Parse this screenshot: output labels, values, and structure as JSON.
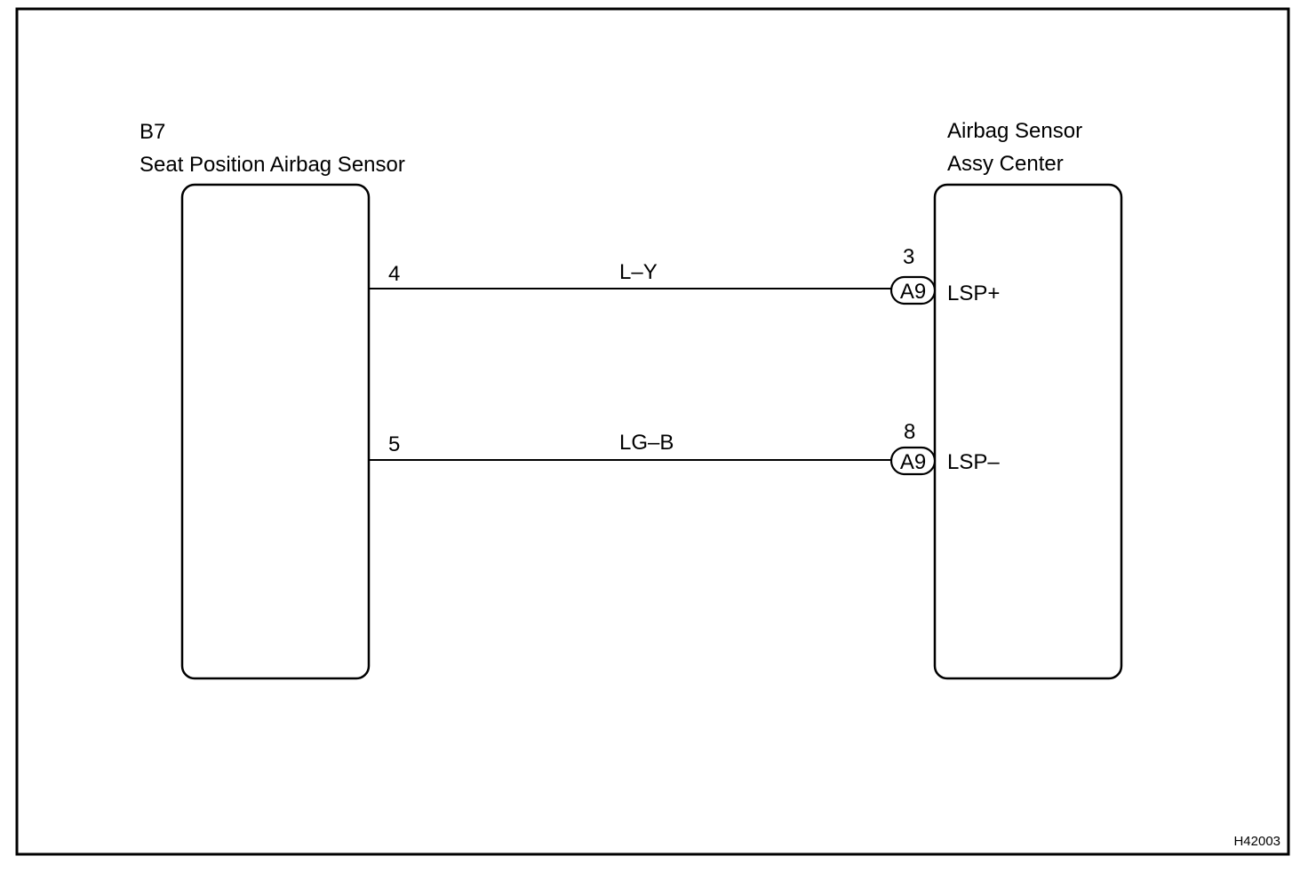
{
  "diagram_id": "H42003",
  "left_component": {
    "code": "B7",
    "name": "Seat Position Airbag Sensor"
  },
  "right_component": {
    "name_line1": "Airbag Sensor",
    "name_line2": "Assy Center"
  },
  "wires": [
    {
      "left_pin": "4",
      "color_code": "L–Y",
      "right_pin": "3",
      "connector": "A9",
      "terminal": "LSP+"
    },
    {
      "left_pin": "5",
      "color_code": "LG–B",
      "right_pin": "8",
      "connector": "A9",
      "terminal": "LSP–"
    }
  ]
}
